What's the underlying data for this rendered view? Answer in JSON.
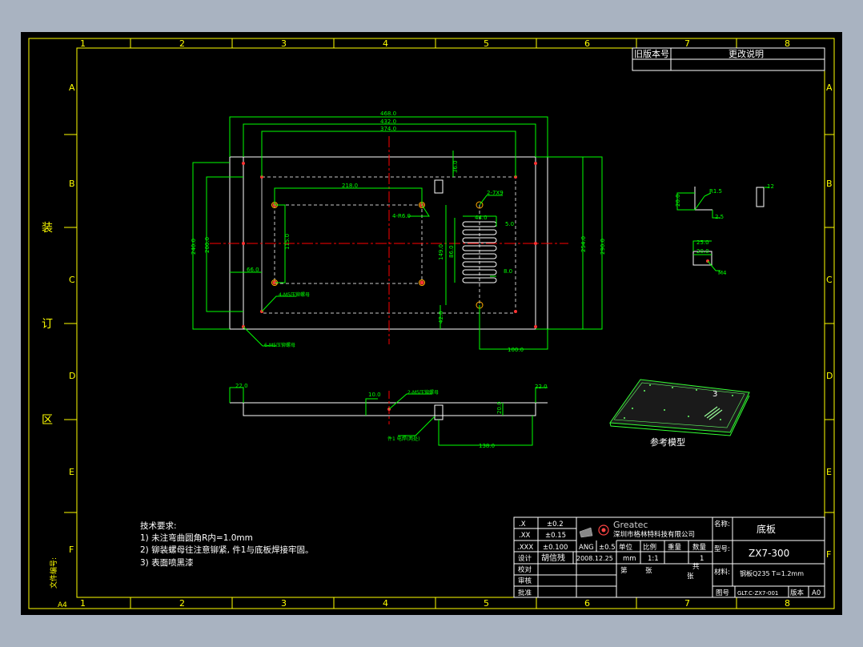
{
  "border": {
    "top_cols": [
      "1",
      "2",
      "3",
      "4",
      "5",
      "6",
      "7",
      "8"
    ],
    "bottom_cols": [
      "1",
      "2",
      "3",
      "4",
      "5",
      "6",
      "7",
      "8"
    ],
    "rows": [
      "A",
      "B",
      "C",
      "D",
      "E",
      "F"
    ],
    "sheet_size": "A4",
    "binding_chars": [
      "装",
      "订",
      "区"
    ],
    "file_no_label": "文件编号:"
  },
  "revision_block": {
    "version_label": "旧版本号",
    "change_label": "更改说明"
  },
  "dims": {
    "d468": "468.0",
    "d432": "432.0",
    "d374": "374.0",
    "d218": "218.0",
    "d36": "36.0",
    "d240": "240.0",
    "d200": "200.0",
    "d115": "115.0",
    "d66": "66.0",
    "d254": "254.0",
    "d290": "290.0",
    "d149": "149.0",
    "d86": "86.0",
    "d44": "44.0",
    "d5": "5.0",
    "d8": "8.0",
    "d42": "42.0",
    "d100": "100.0",
    "d22a": "22.0",
    "d22b": "22.0",
    "d10": "10.0",
    "d20": "20.0",
    "d138": "138.0",
    "r15": "R1.5",
    "d12": "12",
    "d25": "2.5",
    "d20b": "20.0",
    "d25b": "25.0",
    "d20c": "20.0",
    "m4": "M4"
  },
  "callouts": {
    "hole2x9": "2-7X9",
    "hole4r6": "4-R6.0",
    "hole4m5": "4-M5压铆螺母",
    "hole6m5": "6-M5压铆螺母",
    "hole2m5": "2-M5压铆螺母",
    "weld": "件1 电焊(两处)"
  },
  "reference_label": "参考模型",
  "tech_requirements": {
    "title": "技术要求:",
    "items": [
      "1) 未注弯曲圆角R内=1.0mm",
      "2) 铆装螺母往注意铆紧, 件1与底板焊接牢固。",
      "3) 表面喷黑漆"
    ]
  },
  "title_block": {
    "tol_x_label": ".X",
    "tol_x_val": "±0.2",
    "tol_xx_label": ".XX",
    "tol_xx_val": "±0.15",
    "tol_xxx_label": ".XXX",
    "tol_xxx_val": "±0.100",
    "ang_label": "ANG",
    "ang_val": "±0.5",
    "company_logo_text": "Greatec",
    "company_name": "深圳市格林特科技有限公司",
    "design_label": "设计",
    "designer": "胡信残",
    "date": "2008.12.25",
    "unit_label": "单位",
    "unit": "mm",
    "scale_label": "比例",
    "scale": "1:1",
    "weight_label": "重量",
    "qty_label": "数量",
    "qty": "1",
    "check_label": "校对",
    "audit_label": "审核",
    "approve_label": "批准",
    "sheet_a": "第",
    "sheet_b": "张",
    "sheet_c": "共",
    "sheet_d": "张",
    "name_label": "名称:",
    "name": "底板",
    "model_label": "型号:",
    "model": "ZX7-300",
    "material_label": "材料:",
    "material": "钢板Q235 T=1.2mm",
    "drawing_no_label": "图号",
    "drawing_no": "GLT.C-ZX7-001",
    "version_label": "版本",
    "version": "A0"
  },
  "colors": {
    "paper": "#000000",
    "frame": "#ffff00",
    "outline": "#ffffff",
    "dimension": "#00ff00",
    "center": "#ff0000",
    "hidden": "#c8c8c8",
    "text_cyan": "#00ffff"
  }
}
